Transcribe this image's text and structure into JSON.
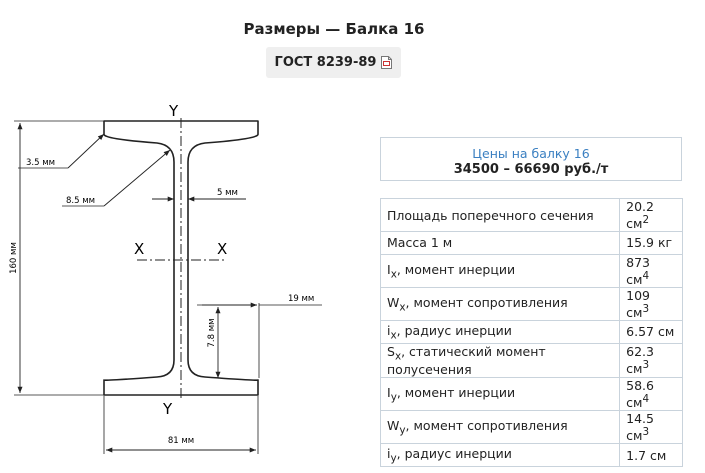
{
  "header": {
    "title": "Размеры — Балка 16",
    "gost_label": "ГОСТ 8239-89"
  },
  "drawing": {
    "axis_y_top": "Y",
    "axis_y_bottom": "Y",
    "axis_x_left": "X",
    "axis_x_right": "X",
    "dim_radius_small": "3.5 мм",
    "dim_radius_large": "8.5 мм",
    "dim_web": "5 мм",
    "dim_height": "160 мм",
    "dim_flange_half": "19 мм",
    "dim_flange_thickness": "7.8 мм",
    "dim_width": "81 мм"
  },
  "price": {
    "link": "Цены на балку 16",
    "value": "34500 – 66690 руб./т"
  },
  "properties": [
    {
      "pre": "Площадь поперечного сечения",
      "sub": "",
      "post": "",
      "value": "20.2 см",
      "sup": "2"
    },
    {
      "pre": "Масса 1 м",
      "sub": "",
      "post": "",
      "value": "15.9 кг",
      "sup": ""
    },
    {
      "pre": "I",
      "sub": "x",
      "post": ", момент инерции",
      "value": "873 см",
      "sup": "4"
    },
    {
      "pre": "W",
      "sub": "x",
      "post": ", момент сопротивления",
      "value": "109 см",
      "sup": "3"
    },
    {
      "pre": "i",
      "sub": "x",
      "post": ", радиус инерции",
      "value": "6.57 см",
      "sup": ""
    },
    {
      "pre": "S",
      "sub": "x",
      "post": ", статический момент полусечения",
      "value": "62.3 см",
      "sup": "3"
    },
    {
      "pre": "I",
      "sub": "y",
      "post": ", момент инерции",
      "value": "58.6 см",
      "sup": "4"
    },
    {
      "pre": "W",
      "sub": "y",
      "post": ", момент сопротивления",
      "value": "14.5 см",
      "sup": "3"
    },
    {
      "pre": "i",
      "sub": "y",
      "post": ", радиус инерции",
      "value": "1.7 см",
      "sup": ""
    }
  ]
}
